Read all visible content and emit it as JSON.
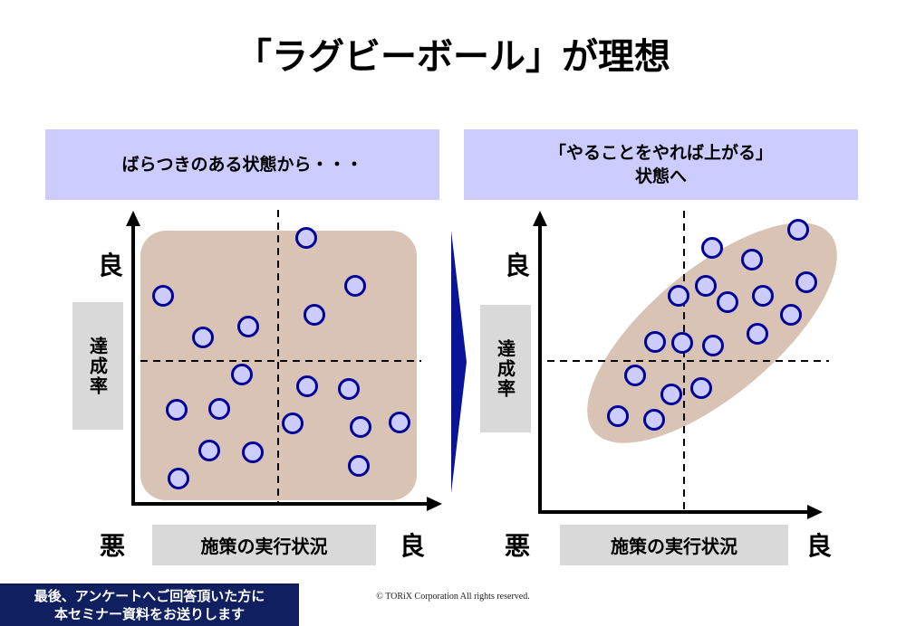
{
  "title": "「ラグビーボール」が理想",
  "left_panel": {
    "header": "ばらつきのある状態から・・・",
    "y_axis_label": "達成率",
    "y_good": "良",
    "x_axis_label": "施策の実行状況",
    "x_bad": "悪",
    "x_good": "良"
  },
  "right_panel": {
    "header_line1": "「やることをやれば上がる」",
    "header_line2": "状態へ",
    "y_axis_label": "達成率",
    "y_good": "良",
    "x_axis_label": "施策の実行状況",
    "x_bad": "悪",
    "x_good": "良"
  },
  "footer": {
    "line1": "最後、アンケートへご回答頂いた方に",
    "line2": "本セミナー資料をお送りします"
  },
  "copyright": "© TORiX Corporation All rights reserved.",
  "colors": {
    "header_bg": "#ccccff",
    "dot_fill": "#ccccff",
    "dot_stroke": "#000099",
    "cloud": "#d8c3b4",
    "arrow": "#0a1496",
    "footer_bg": "#0f1f5f",
    "label_bg": "#d9d9d9"
  }
}
